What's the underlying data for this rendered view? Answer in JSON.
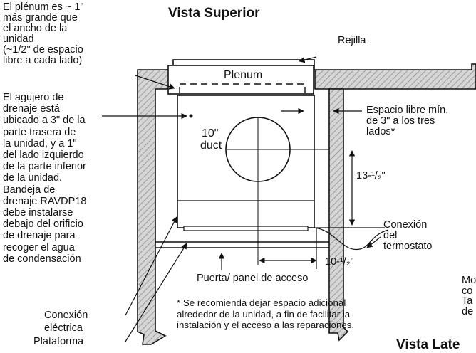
{
  "title_top": "Vista Superior",
  "title_side": "Vista Late",
  "labels": {
    "plenum_note": "El plénum es ~ 1\"\nmás grande que\nel ancho de la\nunidad\n(~1/2\" de espacio\nlibre a cada lado)",
    "drain_note": "El agujero de\ndrenaje está\nubicado a 3\" de la\nparte trasera de\nla unidad, y a 1\"\ndel lado izquierdo\nde la parte inferior\nde la unidad.\nBandeja de\ndrenaje RAVDP18\ndebe instalarse\ndebajo del orificio\nde drenaje para\nrecoger el agua\nde condensación",
    "rejilla": "Rejilla",
    "plenum": "Plenum",
    "duct_size": "10\"",
    "duct": "duct",
    "clearance": "Espacio libre mín.\nde 3\" a los tres\nlados*",
    "dim_13": "13-¹/₂\"",
    "dim_10": "10-¹/₂\"",
    "thermostat": "Conexión\ndel\ntermostato",
    "door": "Puerta/ panel de acceso",
    "electric": "Conexión\neléctrica",
    "platform": "Plataforma",
    "footnote": "* Se recomienda dejar espacio adicional\nalrededor de la unidad, a fin de facilitar la\ninstalación y el acceso a las reparaciones.",
    "cutoff": "Mo\nco\nTa\nde"
  }
}
